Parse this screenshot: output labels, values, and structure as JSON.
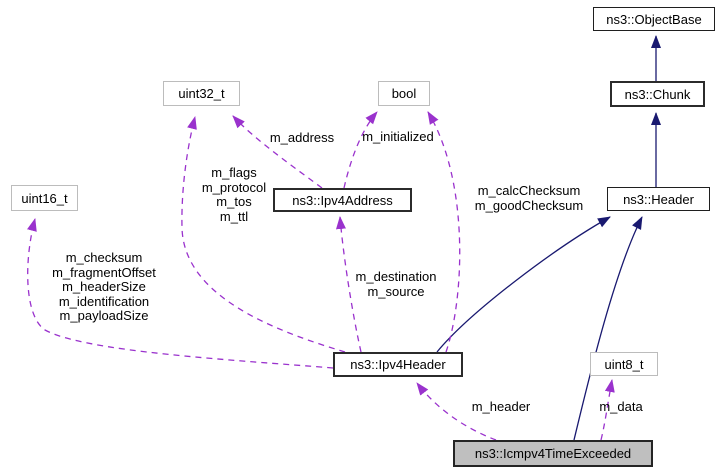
{
  "diagram": {
    "type": "doxygen-collaboration-graph",
    "colors": {
      "inheritance_edge": "#191970",
      "member_edge": "#9a32cd",
      "current_node_fill": "#bfbfbf",
      "node_fill": "#ffffff",
      "node_border": "#1f1f1f",
      "plain_node_border": "#bcbcbc",
      "text": "#000000"
    },
    "nodes": {
      "objectbase": {
        "label": "ns3::ObjectBase"
      },
      "chunk": {
        "label": "ns3::Chunk"
      },
      "header": {
        "label": "ns3::Header"
      },
      "uint32": {
        "label": "uint32_t"
      },
      "bool": {
        "label": "bool"
      },
      "uint16": {
        "label": "uint16_t"
      },
      "ipv4address": {
        "label": "ns3::Ipv4Address"
      },
      "ipv4header": {
        "label": "ns3::Ipv4Header"
      },
      "uint8": {
        "label": "uint8_t"
      },
      "icmpv4": {
        "label": "ns3::Icmpv4TimeExceeded"
      }
    },
    "edges": {
      "address": {
        "label": "m_address"
      },
      "initialized": {
        "label": "m_initialized"
      },
      "flags": {
        "label": "m_flags\nm_protocol\nm_tos\nm_ttl"
      },
      "checksums": {
        "label": "m_calcChecksum\nm_goodChecksum"
      },
      "uint16group": {
        "label": "m_checksum\nm_fragmentOffset\nm_headerSize\nm_identification\nm_payloadSize"
      },
      "destsource": {
        "label": "m_destination\nm_source"
      },
      "header": {
        "label": "m_header"
      },
      "data": {
        "label": "m_data"
      }
    }
  }
}
